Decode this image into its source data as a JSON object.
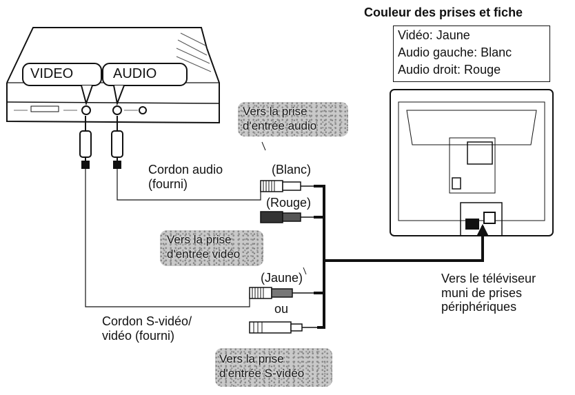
{
  "legend": {
    "title": "Couleur des prises et fiche",
    "lines": [
      "Vidéo: Jaune",
      "Audio gauche: Blanc",
      "Audio droit: Rouge"
    ]
  },
  "device": {
    "video_label": "VIDEO",
    "audio_label": "AUDIO"
  },
  "callouts": {
    "audio_input": [
      "Vers la prise",
      "d'entrée audio"
    ],
    "video_input": [
      "Vers la prise",
      "d'entrée vidéo"
    ],
    "svideo_input": [
      "Vers la prise",
      "d'entrée S-vidéo"
    ]
  },
  "labels": {
    "audio_cord": [
      "Cordon audio",
      "(fourni)"
    ],
    "blanc": "(Blanc)",
    "rouge": "(Rouge)",
    "jaune": "(Jaune)",
    "ou": "ou",
    "svideo_cord": [
      "Cordon S-vidéo/",
      "vidéo (fourni)"
    ],
    "tv_target": [
      "Vers le téléviseur",
      "muni de prises",
      "périphériques"
    ]
  }
}
